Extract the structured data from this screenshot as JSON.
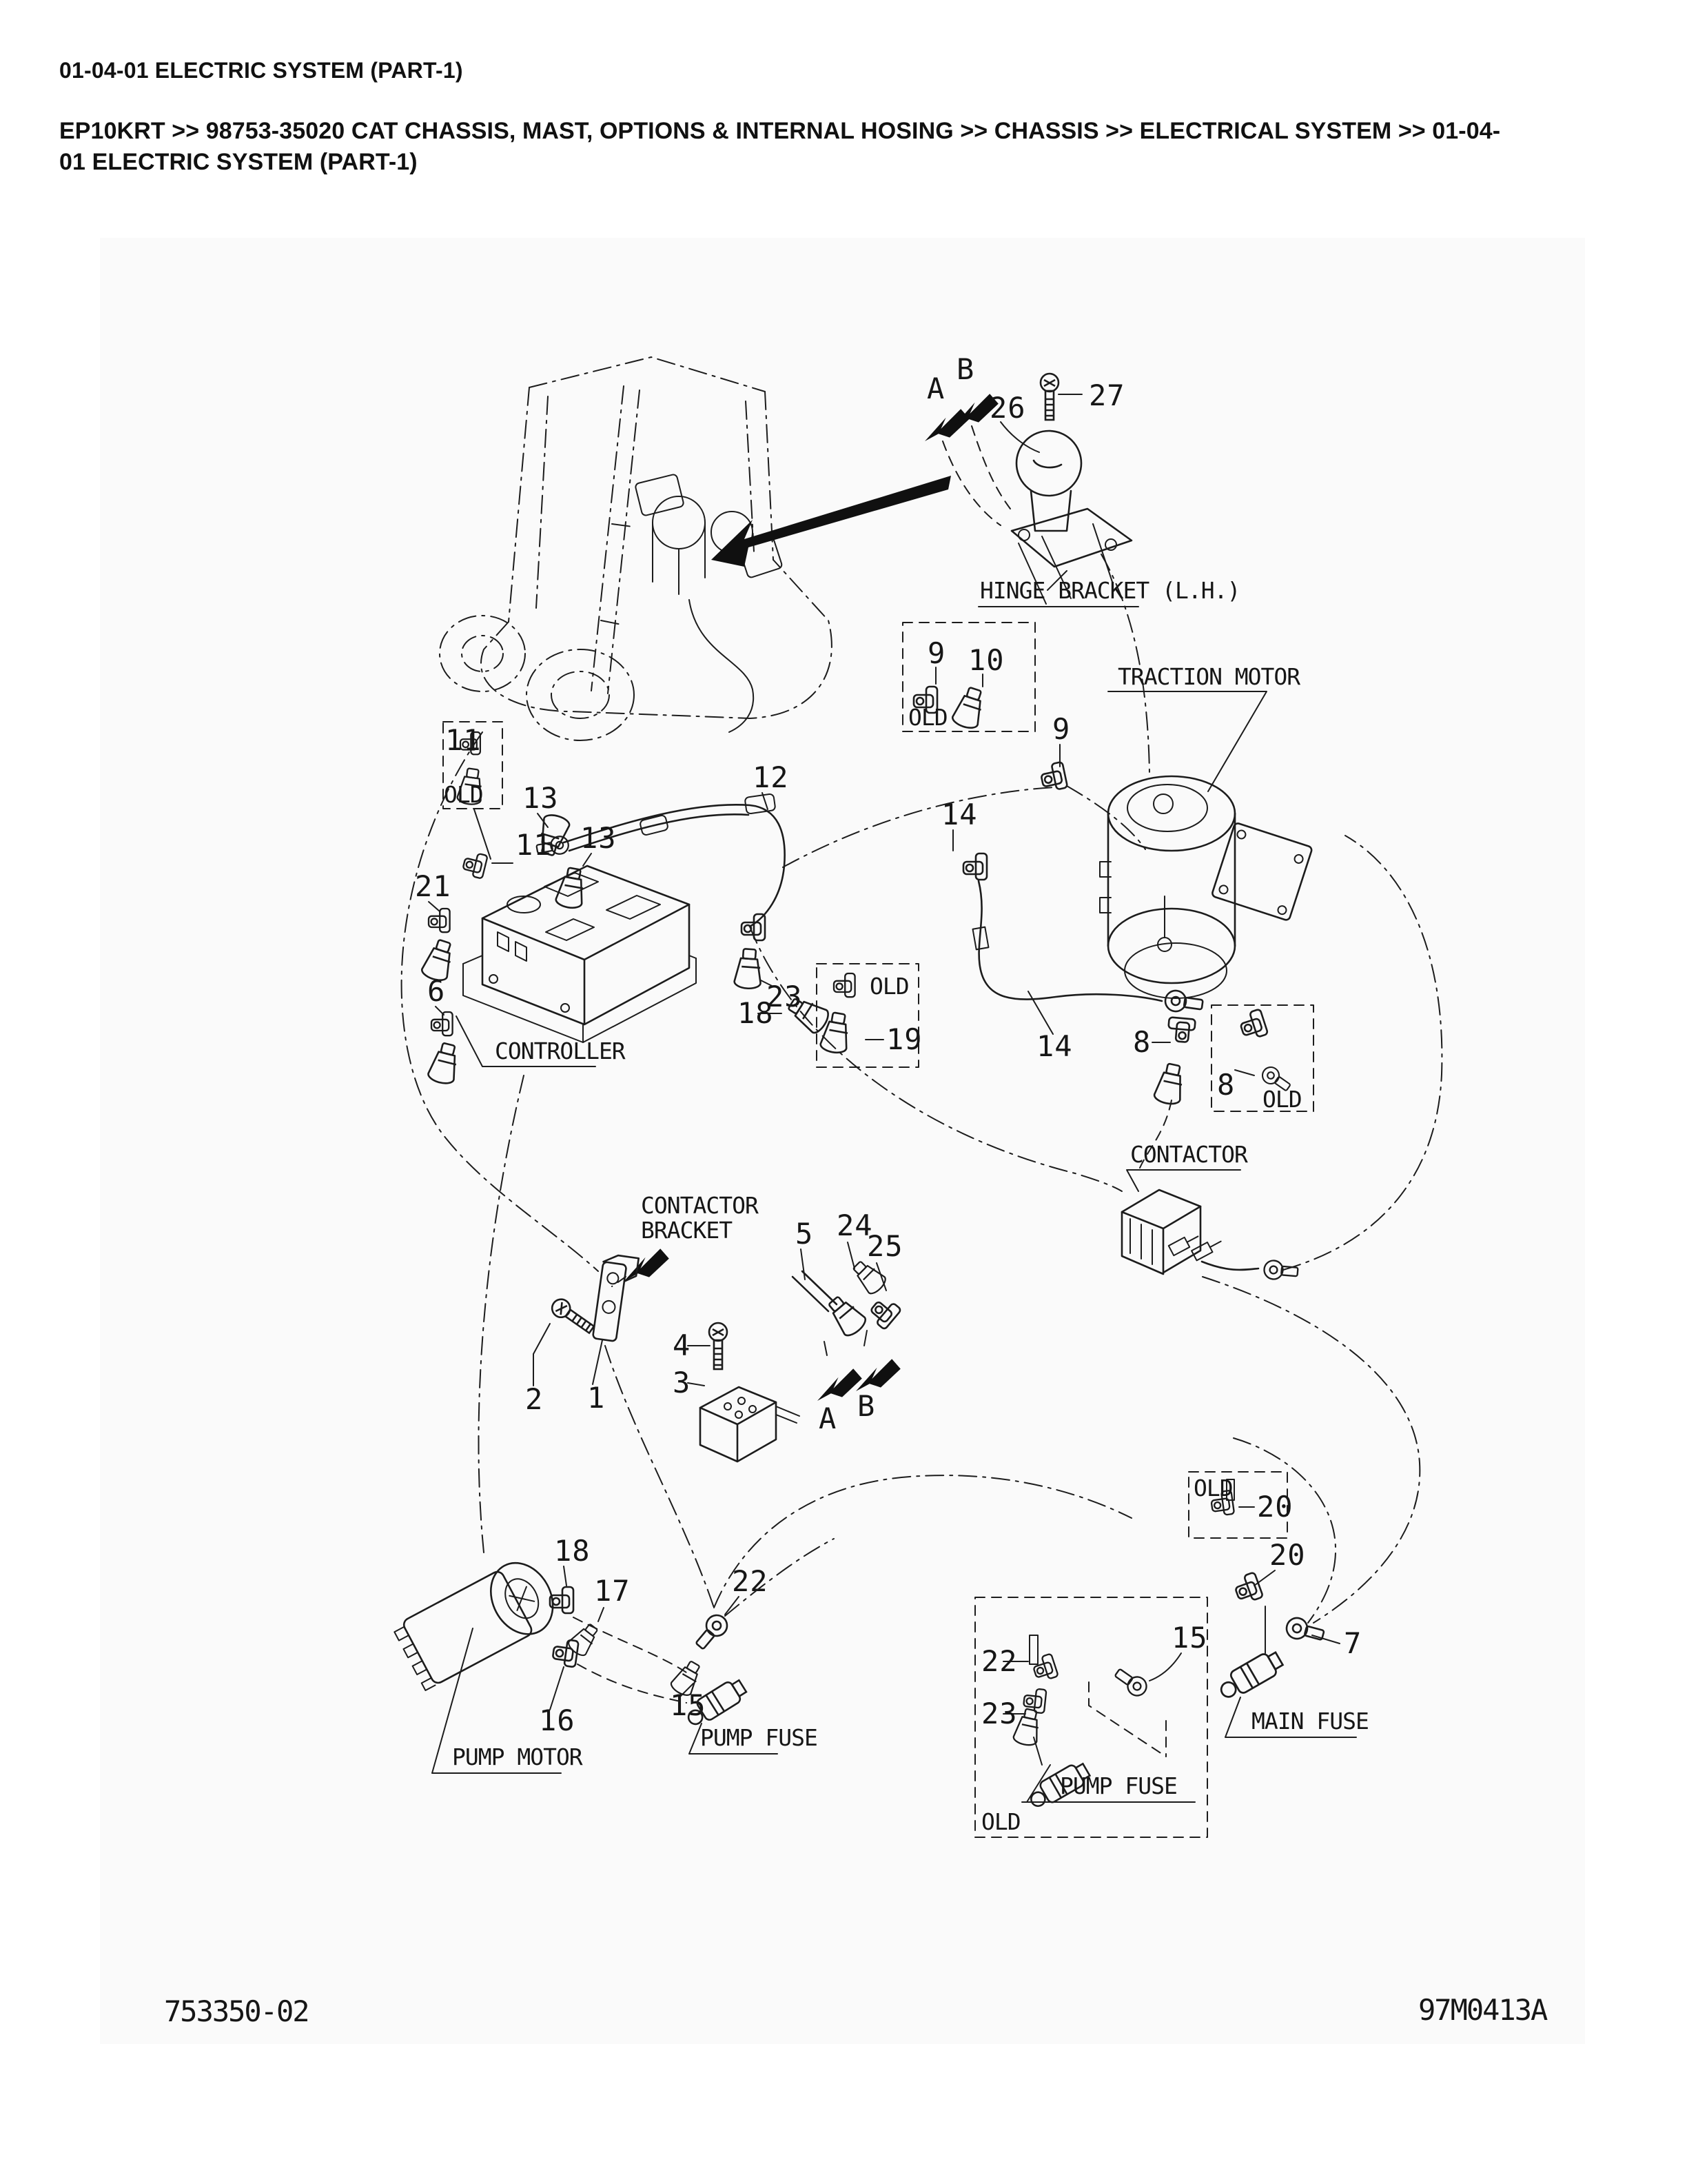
{
  "header": {
    "title": "01-04-01 ELECTRIC SYSTEM (PART-1)",
    "breadcrumb": "EP10KRT >> 98753-35020 CAT CHASSIS, MAST, OPTIONS & INTERNAL HOSING >> CHASSIS >> ELECTRICAL SYSTEM >> 01-04-01 ELECTRIC SYSTEM (PART-1)"
  },
  "diagram": {
    "names": {
      "hinge_bracket": "HINGE BRACKET (L.H.)",
      "traction_motor": "TRACTION MOTOR",
      "controller": "CONTROLLER",
      "contactor": "CONTACTOR",
      "contactor_bracket_line1": "CONTACTOR",
      "contactor_bracket_line2": "BRACKET",
      "pump_motor": "PUMP MOTOR",
      "pump_fuse": "PUMP FUSE",
      "main_fuse": "MAIN FUSE"
    },
    "markers": {
      "a": "A",
      "b": "B",
      "old": "OLD"
    },
    "parts": {
      "n1": "1",
      "n2": "2",
      "n3": "3",
      "n4": "4",
      "n5": "5",
      "n6": "6",
      "n7": "7",
      "n8": "8",
      "n9": "9",
      "n10": "10",
      "n11": "11",
      "n12": "12",
      "n13": "13",
      "n14": "14",
      "n15": "15",
      "n16": "16",
      "n17": "17",
      "n18": "18",
      "n19": "19",
      "n20": "20",
      "n21": "21",
      "n22": "22",
      "n23": "23",
      "n24": "24",
      "n25": "25",
      "n26": "26",
      "n27": "27"
    },
    "footer": {
      "drawing_number": "753350-02",
      "figure_code": "97M0413A"
    }
  }
}
